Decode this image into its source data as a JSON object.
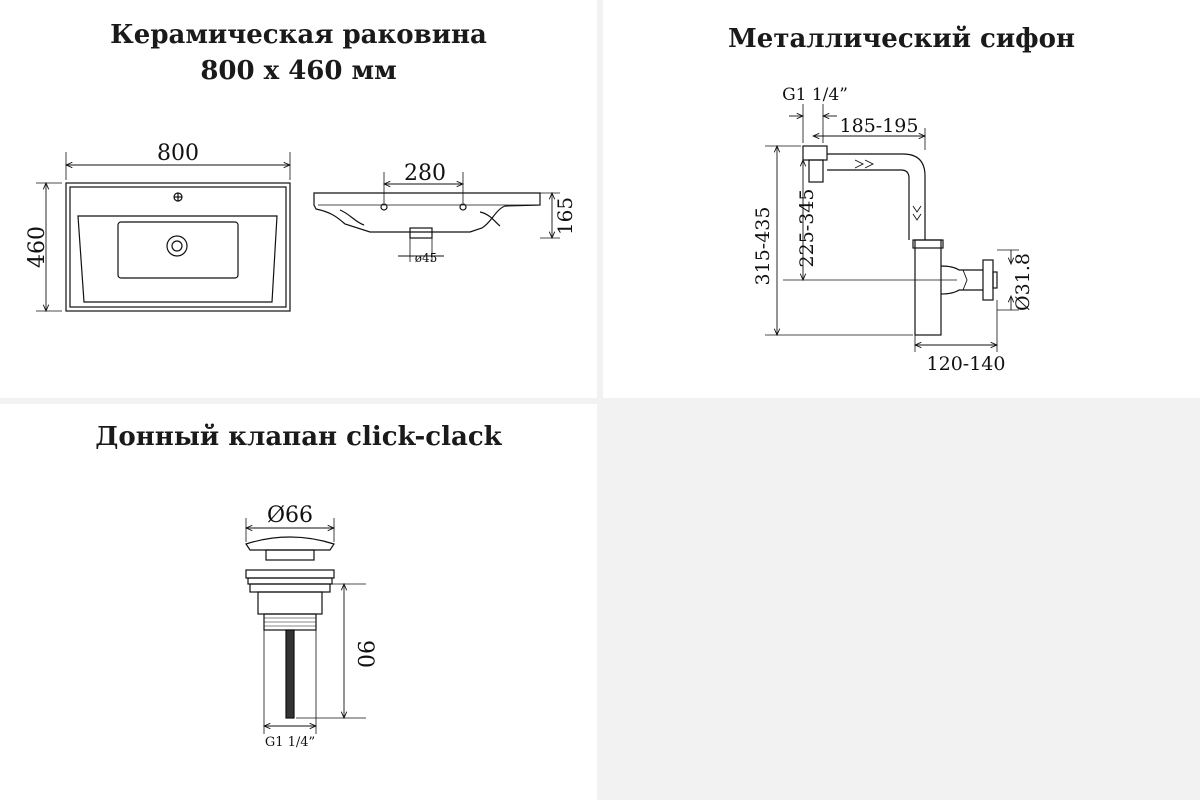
{
  "sink": {
    "title_line1": "Керамическая раковина",
    "title_line2": "800 х 460 мм",
    "dim_width": "800",
    "dim_depth": "460",
    "dim_bowl": "280",
    "dim_height": "165",
    "dim_drain": "ø45"
  },
  "siphon": {
    "title": "Металлический сифон",
    "dim_thread": "G1 1/4”",
    "dim_reach": "185-195",
    "dim_total_height": "315-435",
    "dim_height": "225-345",
    "dim_outlet_dia": "Ø31.8",
    "dim_length": "120-140"
  },
  "valve": {
    "title": "Донный клапан click-clack",
    "dim_cap_dia": "Ø66",
    "dim_length": "90",
    "dim_thread": "G1 1/4”"
  }
}
